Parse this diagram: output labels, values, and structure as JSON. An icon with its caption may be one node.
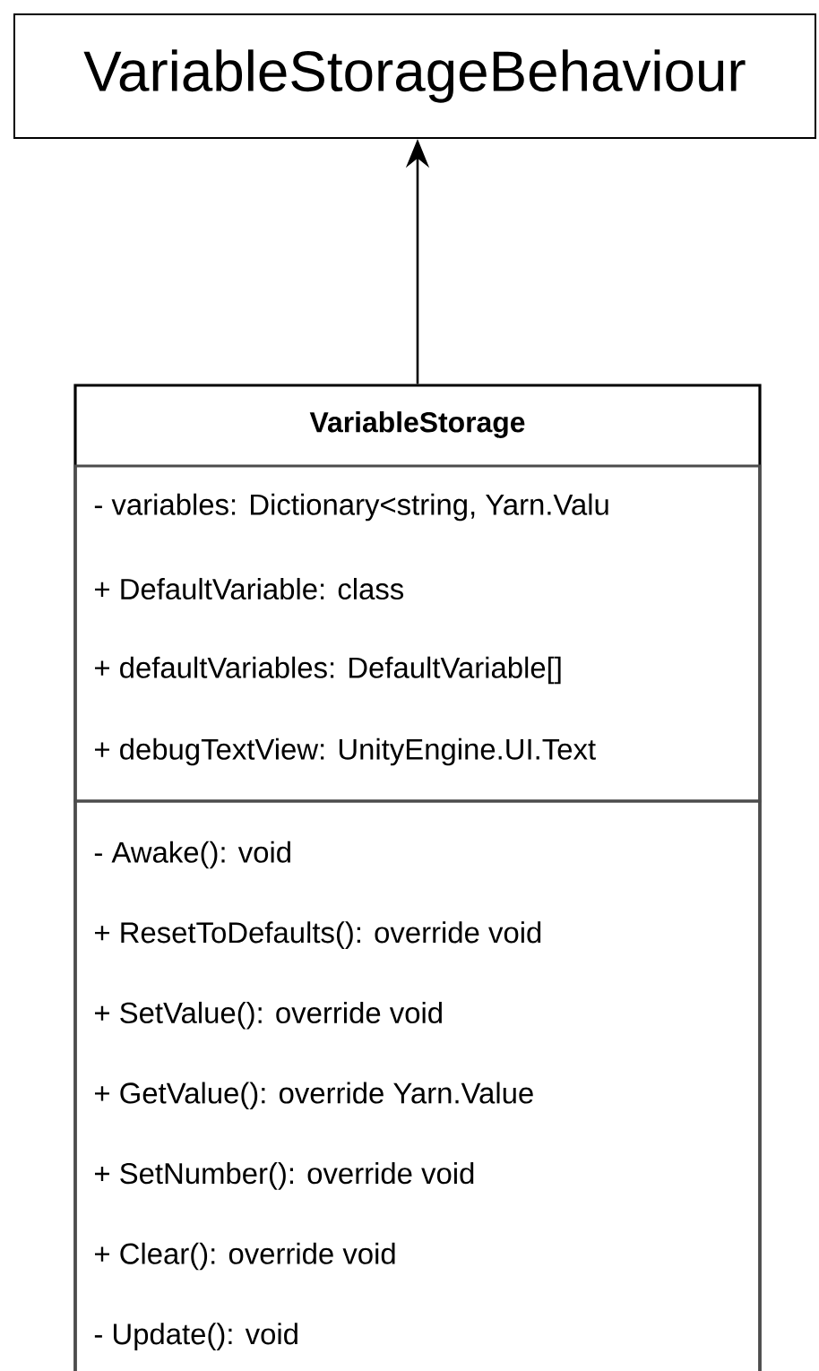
{
  "diagram": {
    "nodes": [
      {
        "text": [
          "VariableStorageBehaviour"
        ]
      },
      {
        "text": [
          "VariableStorage"
        ]
      },
      {
        "text": [
          "- variables: Dictionary<string, Yarn.Valu",
          "+ DefaultVariable: class",
          "+ defaultVariables: DefaultVariable[]",
          "+ debugTextView: UnityEngine.UI.Text"
        ],
        "in": 1
      },
      {
        "text": [
          "- Awake(): void",
          "+ ResetToDefaults(): override void",
          "+ SetValue(): override void",
          "+ GetValue(): override Yarn.Value",
          "+ SetNumber(): override void",
          "+ Clear(): override void",
          "- Update(): void"
        ],
        "in": 1
      }
    ],
    "edges": [
      {
        "from": 1,
        "to": 0,
        "arrow": "to"
      }
    ]
  }
}
